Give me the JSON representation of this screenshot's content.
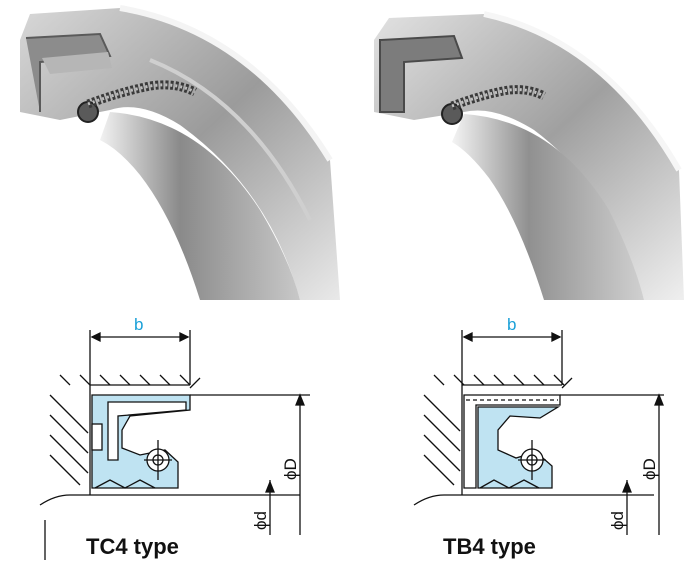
{
  "seals": [
    {
      "caption": "TC4 type",
      "labels": {
        "width": "b",
        "outer_diameter": "ϕD",
        "inner_diameter": "ϕd"
      }
    },
    {
      "caption": "TB4 type",
      "labels": {
        "width": "b",
        "outer_diameter": "ϕD",
        "inner_diameter": "ϕd"
      }
    }
  ],
  "colors": {
    "rubber_fill": "#bfe3f2",
    "dimension_text": "#1aa0d8",
    "outline": "#111111"
  }
}
